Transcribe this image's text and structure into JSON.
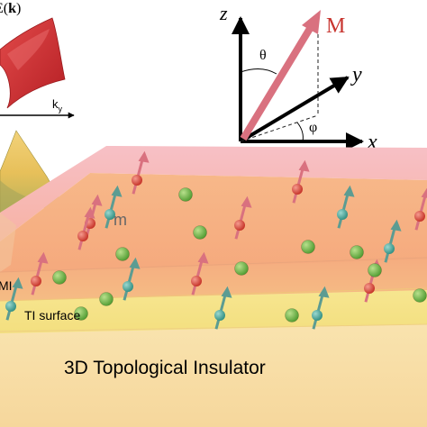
{
  "band": {
    "energy_label_prefix": "E(",
    "energy_label_k": "k",
    "energy_label_suffix": ")",
    "ky_label_base": "k",
    "ky_label_sub": "y"
  },
  "axes": {
    "z": "z",
    "y": "y",
    "x": "x",
    "magnetization": "M",
    "theta": "θ",
    "phi": "φ"
  },
  "layers": {
    "moment_label": "m",
    "mi_label": "MI",
    "ti_surface_label": "TI surface",
    "bulk_label": "3D Topological Insulator"
  },
  "colors": {
    "magnetization_arrow": "#d9717f",
    "axis": "#000000",
    "top_layer": "#f4a9a6",
    "mi_layer": "#f6c08a",
    "ti_surface_layer": "#f5e58a",
    "bulk": "#f7dca0",
    "spin_red": "#d63b2f",
    "spin_teal": "#3e9e92",
    "atom_green": "#5aa83c"
  }
}
